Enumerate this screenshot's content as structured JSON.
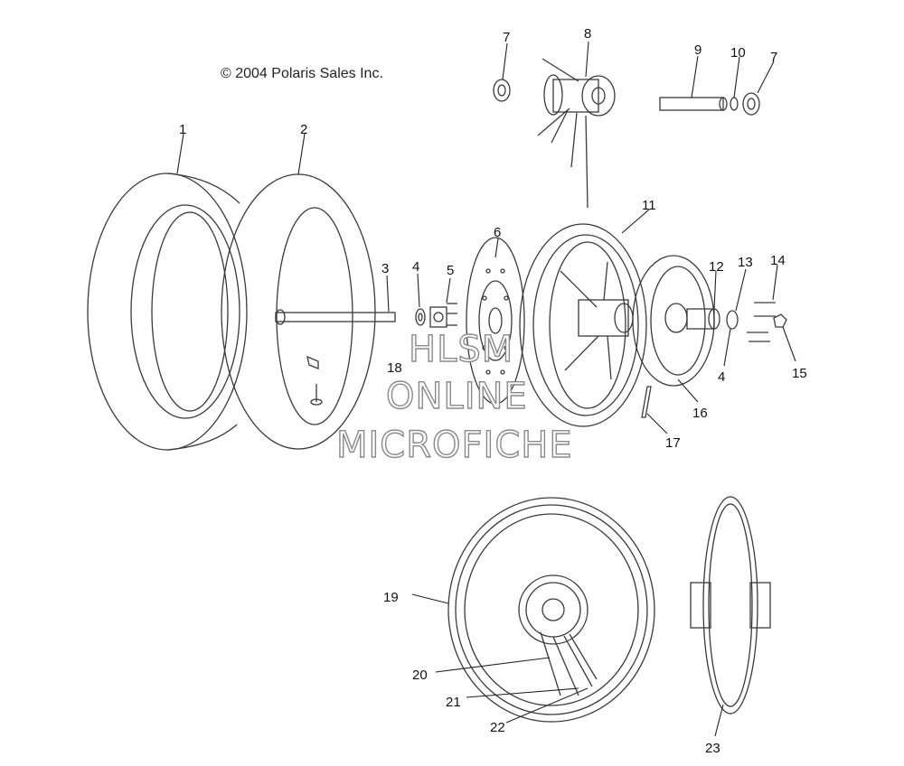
{
  "copyright": "© 2004 Polaris Sales Inc.",
  "watermark": {
    "line1": "HLSM",
    "line2": "ONLINE",
    "line3": "MICROFICHE"
  },
  "callouts": [
    "1",
    "2",
    "3",
    "4",
    "5",
    "6",
    "7",
    "8",
    "9",
    "10",
    "7",
    "11",
    "12",
    "13",
    "14",
    "4",
    "15",
    "16",
    "17",
    "18",
    "19",
    "20",
    "21",
    "22",
    "23"
  ]
}
